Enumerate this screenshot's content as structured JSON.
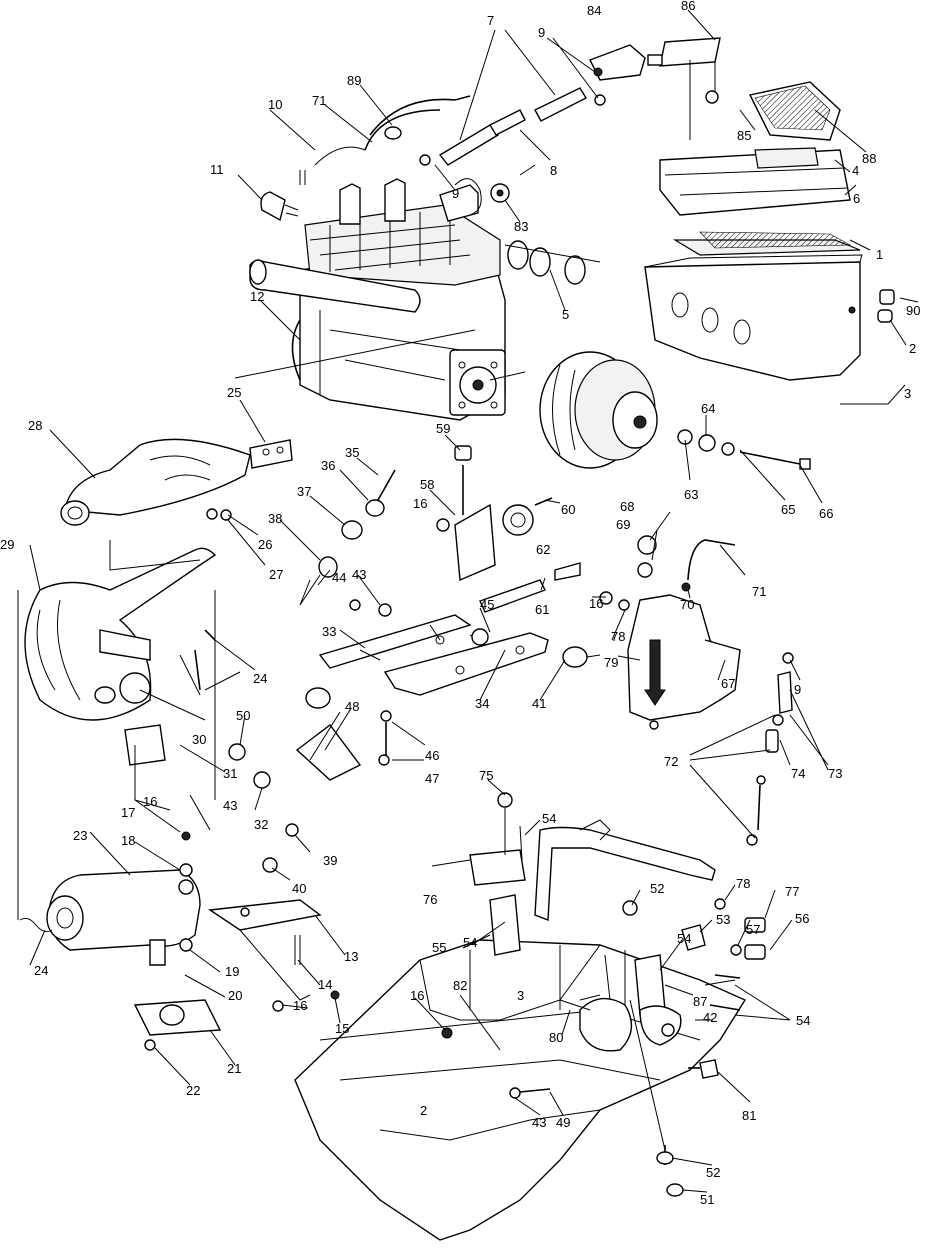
{
  "callouts": [
    {
      "n": "86"
    },
    {
      "n": "84"
    },
    {
      "n": "9"
    },
    {
      "n": "7"
    },
    {
      "n": "85"
    },
    {
      "n": "88"
    },
    {
      "n": "89"
    },
    {
      "n": "10"
    },
    {
      "n": "71"
    },
    {
      "n": "11"
    },
    {
      "n": "8"
    },
    {
      "n": "9"
    },
    {
      "n": "83"
    },
    {
      "n": "4"
    },
    {
      "n": "6"
    },
    {
      "n": "1"
    },
    {
      "n": "5"
    },
    {
      "n": "90"
    },
    {
      "n": "2"
    },
    {
      "n": "12"
    },
    {
      "n": "3"
    },
    {
      "n": "25"
    },
    {
      "n": "28"
    },
    {
      "n": "64"
    },
    {
      "n": "59"
    },
    {
      "n": "35"
    },
    {
      "n": "36"
    },
    {
      "n": "63"
    },
    {
      "n": "65"
    },
    {
      "n": "66"
    },
    {
      "n": "37"
    },
    {
      "n": "58"
    },
    {
      "n": "16"
    },
    {
      "n": "60"
    },
    {
      "n": "68"
    },
    {
      "n": "26"
    },
    {
      "n": "27"
    },
    {
      "n": "38"
    },
    {
      "n": "69"
    },
    {
      "n": "71"
    },
    {
      "n": "62"
    },
    {
      "n": "29"
    },
    {
      "n": "44"
    },
    {
      "n": "43"
    },
    {
      "n": "70"
    },
    {
      "n": "61"
    },
    {
      "n": "45"
    },
    {
      "n": "16"
    },
    {
      "n": "78"
    },
    {
      "n": "33"
    },
    {
      "n": "9"
    },
    {
      "n": "24"
    },
    {
      "n": "79"
    },
    {
      "n": "67"
    },
    {
      "n": "34"
    },
    {
      "n": "41"
    },
    {
      "n": "48"
    },
    {
      "n": "50"
    },
    {
      "n": "30"
    },
    {
      "n": "46"
    },
    {
      "n": "47"
    },
    {
      "n": "72"
    },
    {
      "n": "74"
    },
    {
      "n": "73"
    },
    {
      "n": "31"
    },
    {
      "n": "43"
    },
    {
      "n": "32"
    },
    {
      "n": "75"
    },
    {
      "n": "16"
    },
    {
      "n": "17"
    },
    {
      "n": "39"
    },
    {
      "n": "54"
    },
    {
      "n": "18"
    },
    {
      "n": "23"
    },
    {
      "n": "40"
    },
    {
      "n": "76"
    },
    {
      "n": "52"
    },
    {
      "n": "78"
    },
    {
      "n": "77"
    },
    {
      "n": "57"
    },
    {
      "n": "53"
    },
    {
      "n": "56"
    },
    {
      "n": "55"
    },
    {
      "n": "54"
    },
    {
      "n": "13"
    },
    {
      "n": "54"
    },
    {
      "n": "24"
    },
    {
      "n": "19"
    },
    {
      "n": "14"
    },
    {
      "n": "20"
    },
    {
      "n": "87"
    },
    {
      "n": "42"
    },
    {
      "n": "54"
    },
    {
      "n": "16"
    },
    {
      "n": "15"
    },
    {
      "n": "82"
    },
    {
      "n": "16"
    },
    {
      "n": "80"
    },
    {
      "n": "21"
    },
    {
      "n": "81"
    },
    {
      "n": "22"
    },
    {
      "n": "43"
    },
    {
      "n": "49"
    },
    {
      "n": "52"
    },
    {
      "n": "51"
    }
  ],
  "inline_marks": [
    {
      "n": "3"
    },
    {
      "n": "2"
    }
  ]
}
